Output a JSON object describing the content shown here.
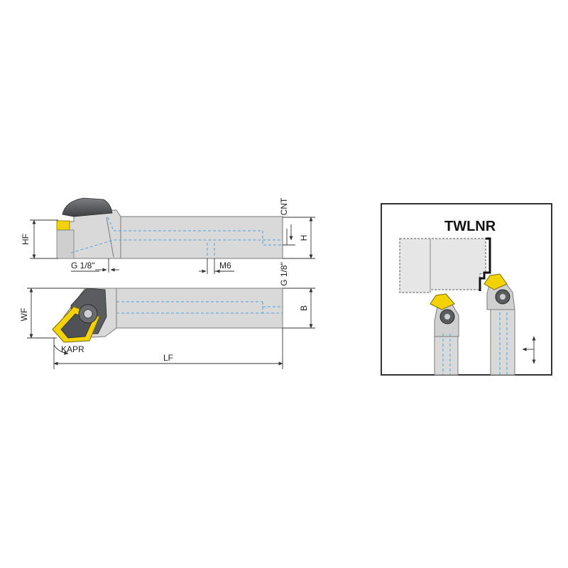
{
  "labels": {
    "hf": "HF",
    "h": "H",
    "cnt": "CNT",
    "g18_side": "G 1/8\"",
    "m6": "M6",
    "g18_vertical": "G 1/8\"",
    "wf": "WF",
    "b": "B",
    "kapr": "KAPR",
    "lf": "LF"
  },
  "inset": {
    "title": "TWLNR"
  },
  "colors": {
    "holder_body": "#d9d9d9",
    "holder_outline": "#7a7a7a",
    "coolant_channel": "#4aa3df",
    "insert": "#f2d200",
    "clamp": "#4d4f52",
    "dimension_line": "#333333"
  }
}
